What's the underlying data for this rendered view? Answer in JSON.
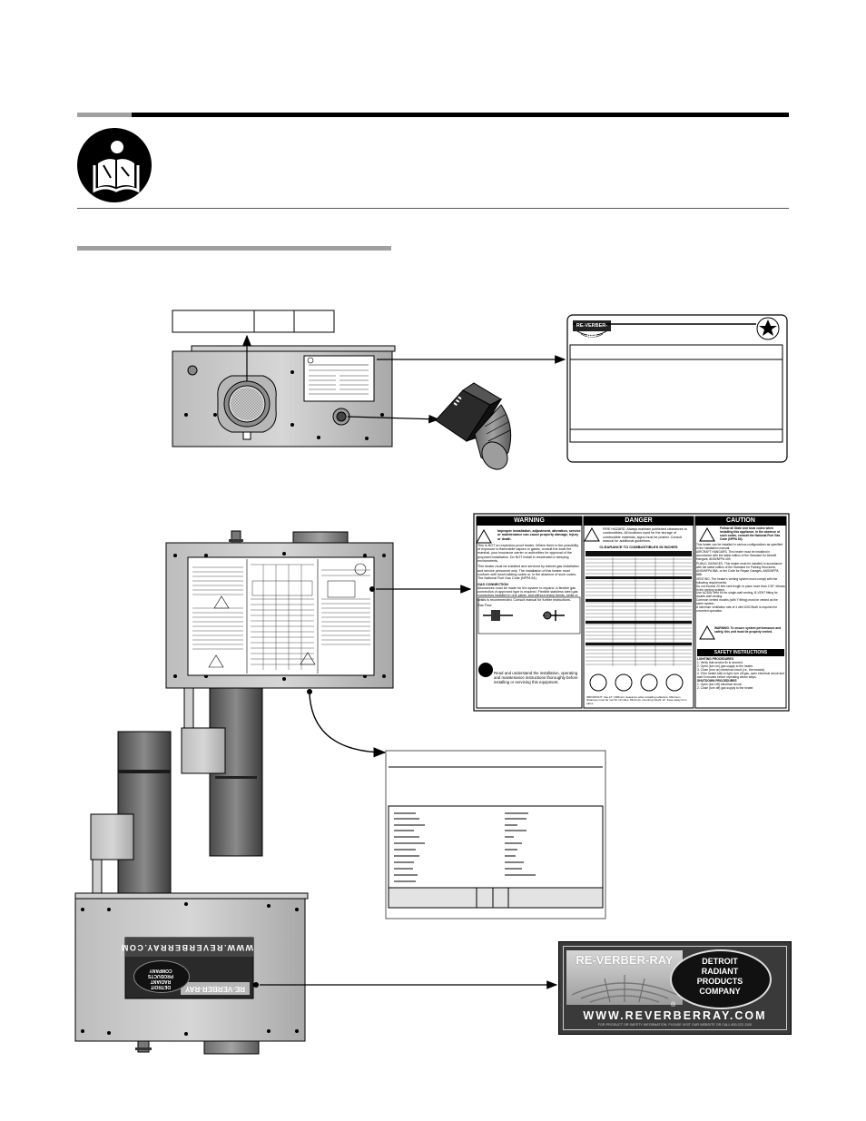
{
  "hero_sign": {
    "brand_top": "RE-VERBER-RAY",
    "brand_circle": [
      "DETROIT",
      "RADIANT",
      "PRODUCTS",
      "COMPANY"
    ],
    "url": "WWW.REVERBERRAY.COM",
    "footnote": "FOR PRODUCT OR SAFETY INFORMATION, PLEASE VISIT OUR WEBSITE OR CALL 800-222-1100"
  },
  "small_sign": {
    "brand_top": "RE-VERBER-RAY",
    "brand_circle": [
      "DETROIT",
      "RADIANT",
      "PRODUCTS",
      "COMPANY"
    ],
    "url": "WWW.REVERBERRAY.COM"
  },
  "rating_plate": {
    "brand": "RE-VERBER-RAY"
  },
  "warning_panel": {
    "warning": {
      "title": "WARNING",
      "lead": "Improper installation, adjustment, alteration, service or maintenance can cause property damage, injury or death.",
      "body1": "This is NOT an explosion-proof heater. Where there is the possibility of exposure to flammable vapors or gases, consult the local fire marshal, your insurance carrier or authorities for approval of the proposed installation. Do NOT install in residential or sleeping environments.",
      "body2": "This heater must be installed and serviced by trained gas installation and service personnel only. The installation of this heater must conform with local building codes or, in the absence of such codes, The National Fuel Gas Code (NFPA 54).",
      "gas_title": "GAS CONNECTION",
      "gas_body": "Allowances must be made for the system to expand. A flexible gas connection of approved type is required. Flexible stainless steel gas connectors installed in one plane, and without sharp bends, kinks or twists is recommended. Consult manual for further instructions.",
      "gas_flow": "Gas Flow",
      "read": "Read and understand the installation, operating and maintenance instructions thoroughly before installing or servicing this equipment."
    },
    "danger": {
      "title": "DANGER",
      "lead": "FIRE HAZARD. Always maintain published clearances to combustibles. All locations used for the storage of combustible materials, signs must be posted. Consult manual for additional guidelines.",
      "table_title": "CLEARANCE TO COMBUSTIBLES IN INCHES",
      "important": "IMPORTANT: Use 12\" (305mm) clearance when installing reflectors. Minimum distances must be met for 10 miles. Minimum mounting height 12'. Keep away from tubes."
    },
    "caution": {
      "title": "CAUTION",
      "lead": "Follow all State and local codes when installing this appliance. In the absence of such codes, consult the National Fuel Gas Code (NFPA 54).",
      "body1": "This heater can be installed in various configurations as specified in the installation manual.",
      "aircraft": "AIRCRAFT HANGARS. This heater must be installed in accordance with the latest edition of the Standard for Aircraft Hangars, ANSI/NFPA 409.",
      "garages": "PUBLIC GARAGES. This heater must be installed in accordance with the latest edition of the Standard for Parking Structures, ANSI/NFPA 88A, or the Code for Repair Garages, ANSI/NFPA 88B.",
      "venting": "VENTING. The heater's venting system must comply with the following requirements:",
      "vent_list": [
        "Do not exceed 20 feet vent length or place more than 2-90° elbows in the venting system.",
        "Use AZ/DIN Vent Kit for single-wall venting, B-VENT fitting for double-wall venting.",
        "Common vented models (with Y fitting) must be vented as the same system.",
        "A minimum ventilation rate of 4 cfm/1000 Btu/h is required for unvented operation."
      ],
      "warn2": "WARNING. To ensure system performance and safety, this unit must be properly vented.",
      "safety_title": "SAFETY INSTRUCTIONS",
      "lighting_title": "LIGHTING PROCEDURES",
      "lighting": [
        "1. Verify that service fix is secured.",
        "2. Open (turn on) gas supply to the heater.",
        "3. Close (turn on) electrical circuit (i.e., thermostat).",
        "4. If the heater fails to light, turn off gas, open electrical circuit and wait 5 minutes before repeating above steps."
      ],
      "shutdown_title": "SHUTDOWN PROCEDURES",
      "shutdown": [
        "1. Open (turn off) electrical circuit.",
        "2. Close (turn off) gas supply to the heater."
      ]
    }
  }
}
